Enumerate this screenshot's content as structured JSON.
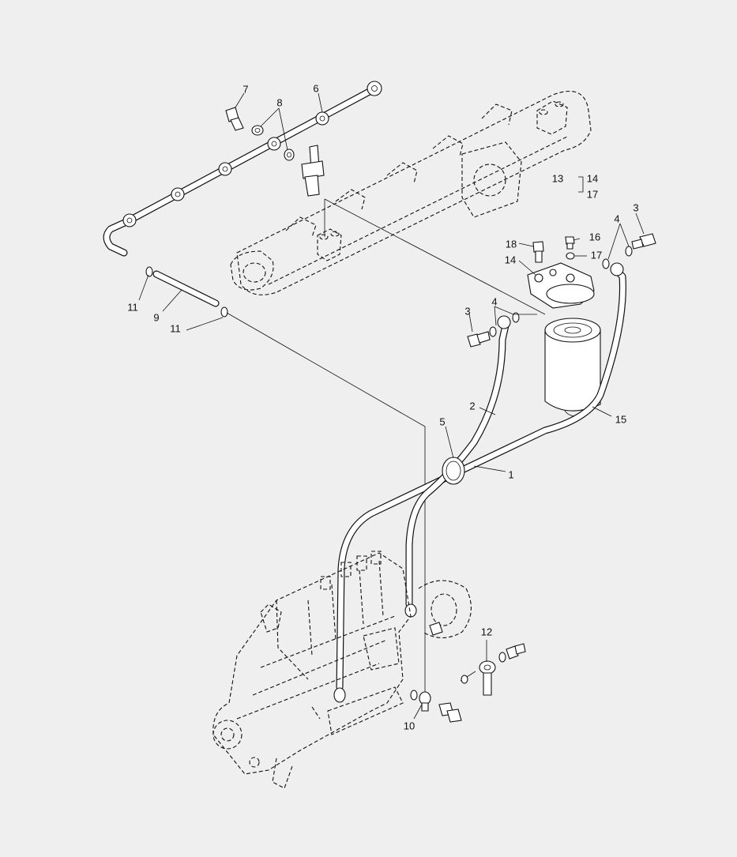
{
  "diagram": {
    "callouts": [
      {
        "id": "c7",
        "text": "7"
      },
      {
        "id": "c6",
        "text": "6"
      },
      {
        "id": "c8",
        "text": "8"
      },
      {
        "id": "c13",
        "text": "13"
      },
      {
        "id": "c14a",
        "text": "14"
      },
      {
        "id": "c17a",
        "text": "17"
      },
      {
        "id": "c4a",
        "text": "4"
      },
      {
        "id": "c3a",
        "text": "3"
      },
      {
        "id": "c18",
        "text": "18"
      },
      {
        "id": "c16",
        "text": "16"
      },
      {
        "id": "c17b",
        "text": "17"
      },
      {
        "id": "c14b",
        "text": "14"
      },
      {
        "id": "c3b",
        "text": "3"
      },
      {
        "id": "c4b",
        "text": "4"
      },
      {
        "id": "c11a",
        "text": "11"
      },
      {
        "id": "c9",
        "text": "9"
      },
      {
        "id": "c11b",
        "text": "11"
      },
      {
        "id": "c2",
        "text": "2"
      },
      {
        "id": "c15",
        "text": "15"
      },
      {
        "id": "c5",
        "text": "5"
      },
      {
        "id": "c1",
        "text": "1"
      },
      {
        "id": "c12",
        "text": "12"
      },
      {
        "id": "c10",
        "text": "10"
      }
    ]
  }
}
